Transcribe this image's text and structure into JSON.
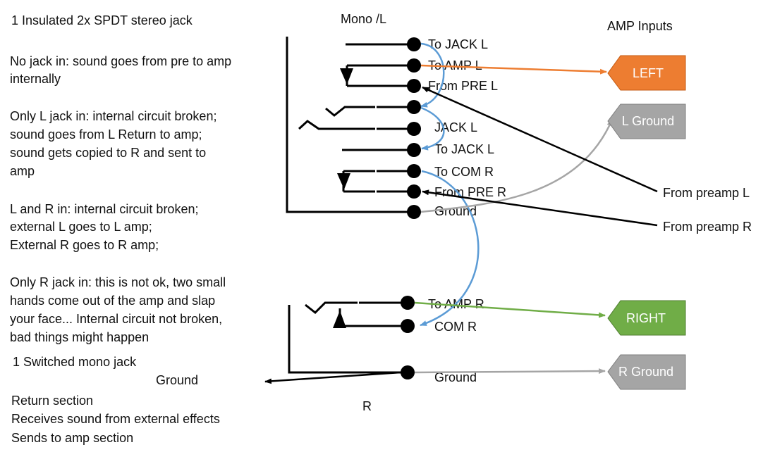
{
  "notes": {
    "title": "1 Insulated 2x SPDT stereo jack",
    "no_jack": [
      "No jack in: sound goes from pre to amp",
      "internally"
    ],
    "only_l": [
      "Only L jack in: internal circuit broken;",
      "sound goes from L Return to amp;",
      "sound gets copied to R and sent to",
      "amp"
    ],
    "l_and_r": [
      "L and R in: internal circuit broken;",
      "external L goes to L amp;",
      "External R goes to R amp;"
    ],
    "only_r": [
      "Only R jack in: this is not ok, two small",
      "hands come out of the amp and slap",
      "your face... Internal circuit not broken,",
      "bad things might happen"
    ],
    "mono_title": "1 Switched mono jack",
    "ground": "Ground",
    "return": [
      "Return section",
      "Receives sound from external effects",
      "Sends to amp section"
    ]
  },
  "headers": {
    "mono_l": "Mono /L",
    "amp_inputs": "AMP Inputs",
    "r": "R"
  },
  "stereo_labels": [
    "To JACK L",
    "To AMP L",
    "From PRE L",
    "JACK L",
    "To JACK L",
    "To COM R",
    "From PRE R",
    "Ground"
  ],
  "mono_labels": [
    "To AMP R",
    "COM R",
    "Ground"
  ],
  "amp_tags": {
    "left": "LEFT",
    "l_ground": "L Ground",
    "right": "RIGHT",
    "r_ground": "R Ground"
  },
  "preamp": {
    "from_l": "From preamp L",
    "from_r": "From preamp R"
  },
  "colors": {
    "left": "#ed7d31",
    "right": "#70ad47",
    "ground": "#a5a5a5",
    "blue": "#5b9bd5",
    "line": "#000000"
  }
}
